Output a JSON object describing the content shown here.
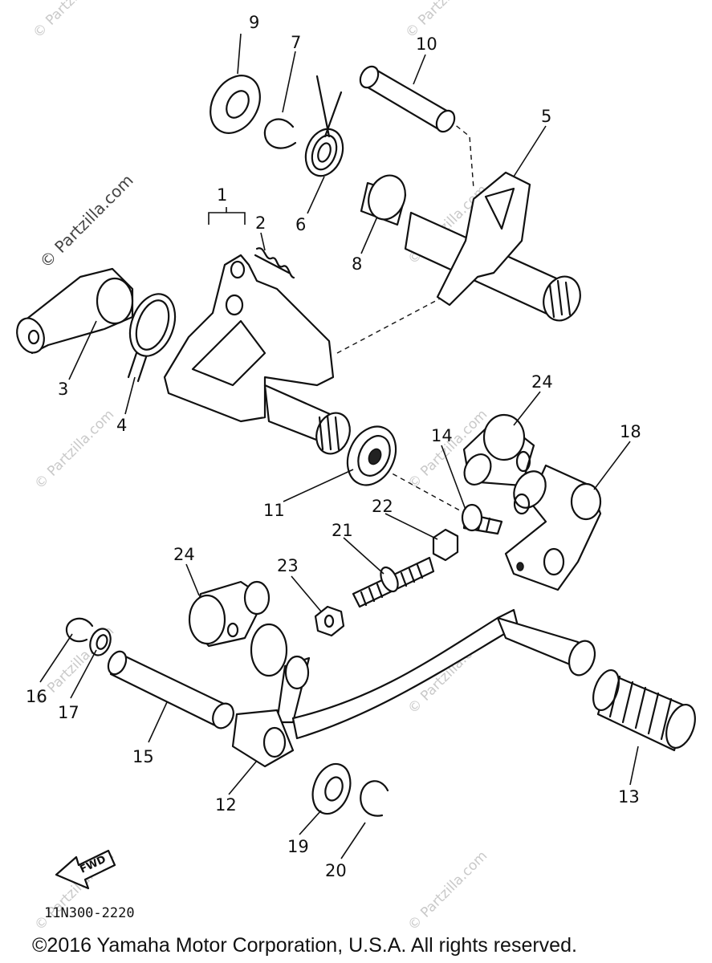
{
  "watermarks": {
    "main": "© Partzilla.com",
    "faint": "© Partzilla.com"
  },
  "callouts": [
    {
      "id": "1",
      "text": "1"
    },
    {
      "id": "2",
      "text": "2"
    },
    {
      "id": "3",
      "text": "3"
    },
    {
      "id": "4",
      "text": "4"
    },
    {
      "id": "5",
      "text": "5"
    },
    {
      "id": "6",
      "text": "6"
    },
    {
      "id": "7",
      "text": "7"
    },
    {
      "id": "8",
      "text": "8"
    },
    {
      "id": "9",
      "text": "9"
    },
    {
      "id": "10",
      "text": "10"
    },
    {
      "id": "11",
      "text": "11"
    },
    {
      "id": "12",
      "text": "12"
    },
    {
      "id": "13",
      "text": "13"
    },
    {
      "id": "14",
      "text": "14"
    },
    {
      "id": "15",
      "text": "15"
    },
    {
      "id": "16",
      "text": "16"
    },
    {
      "id": "17",
      "text": "17"
    },
    {
      "id": "18",
      "text": "18"
    },
    {
      "id": "19",
      "text": "19"
    },
    {
      "id": "20",
      "text": "20"
    },
    {
      "id": "21",
      "text": "21"
    },
    {
      "id": "22",
      "text": "22"
    },
    {
      "id": "23",
      "text": "23"
    },
    {
      "id": "24a",
      "text": "24"
    },
    {
      "id": "24b",
      "text": "24"
    }
  ],
  "fwd_label": "FWD",
  "diagram_code": "11N300-2220",
  "copyright": "©2016 Yamaha Motor Corporation, U.S.A. All rights reserved."
}
